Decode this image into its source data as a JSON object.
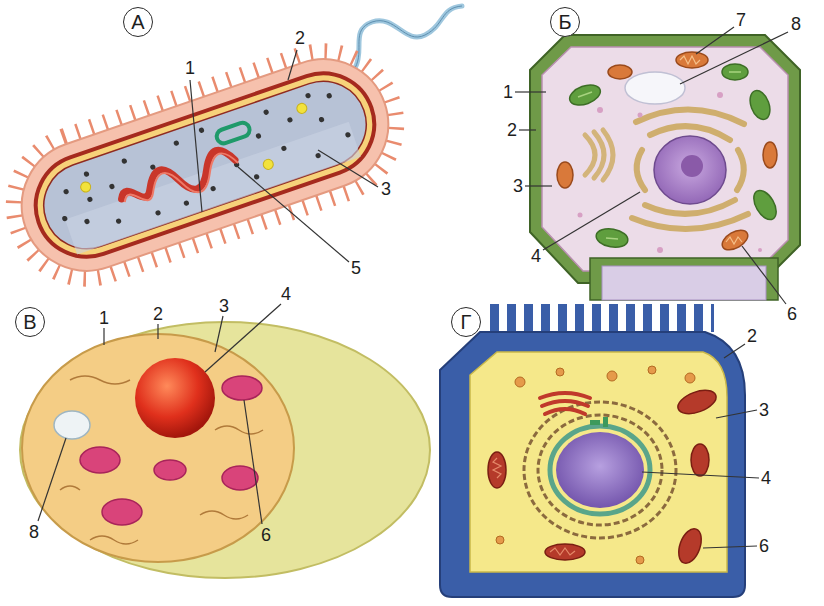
{
  "diagram": {
    "nodes": [
      {
        "text": [
          "А"
        ]
      },
      {
        "text": [
          "Б"
        ]
      },
      {
        "text": [
          "В"
        ]
      },
      {
        "text": [
          "Г"
        ]
      }
    ],
    "labels": [
      "1",
      "2",
      "3",
      "5",
      "7",
      "8",
      "1",
      "2",
      "3",
      "4",
      "6",
      "1",
      "2",
      "3",
      "4",
      "8",
      "6",
      "2",
      "3",
      "4",
      "6"
    ]
  }
}
